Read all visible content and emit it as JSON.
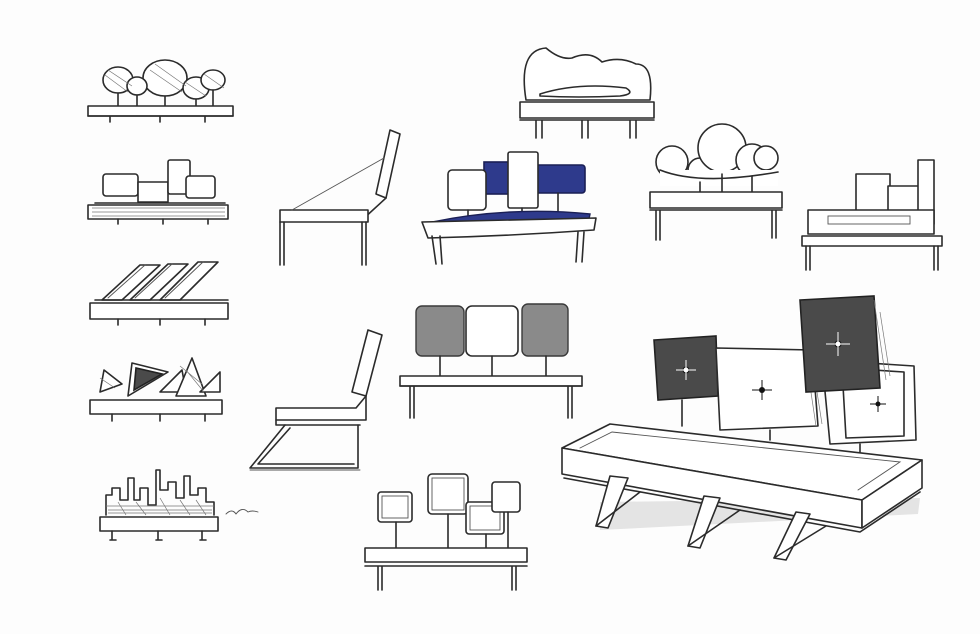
{
  "sketch_sheet": {
    "signature_text": "",
    "colors": {
      "ink": "#2b2b2b",
      "navy_cushion": "#2e3a8c",
      "gray_cushion": "#8a8a8a",
      "dark_cushion": "#4a4a4a",
      "paper": "#fdfdfd"
    },
    "sketches": [
      "bench-tree-canopy-backrest",
      "bench-block-cushions",
      "bench-slanted-planks",
      "bench-triangle-cushions",
      "bench-city-skyline",
      "lounge-chair-side-view",
      "lounge-chair-sled-base",
      "bench-blue-cushions",
      "bench-three-gray-cushions",
      "bench-outline-squares",
      "bench-cloud-backrest",
      "bench-tree-outline-backrest",
      "bench-stepped-blocks",
      "bench-perspective-tufted-cushions"
    ]
  }
}
